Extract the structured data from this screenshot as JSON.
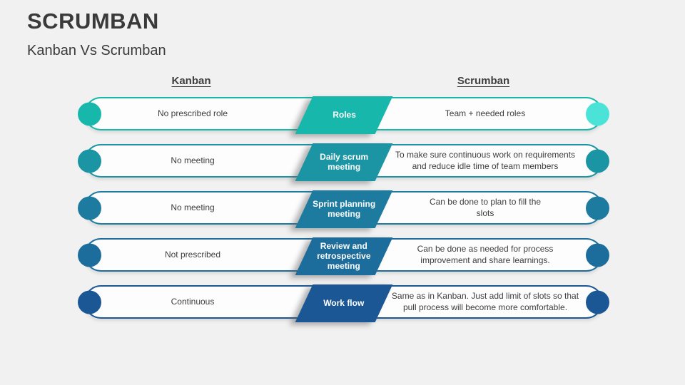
{
  "slide": {
    "title": "SCRUMBAN",
    "subtitle": "Kanban Vs Scrumban",
    "background_color": "#f1f1f1",
    "text_color": "#3a3a3a"
  },
  "columns": {
    "left": "Kanban",
    "right": "Scrumban"
  },
  "rows": [
    {
      "label": "Roles",
      "kanban": "No prescribed role",
      "scrumban": "Team + needed roles",
      "color": "#17b8ab",
      "end_color": "#4be3d7"
    },
    {
      "label": "Daily scrum\nmeeting",
      "kanban": "No meeting",
      "scrumban": "To make sure continuous work on requirements\nand reduce idle time of team members",
      "color": "#1b95a4",
      "end_color": "#1b95a4"
    },
    {
      "label": "Sprint planning\nmeeting",
      "kanban": "No meeting",
      "scrumban": "Can be done to plan to fill the\nslots",
      "color": "#1e7ba0",
      "end_color": "#1e7ba0"
    },
    {
      "label": "Review and\nretrospective\nmeeting",
      "kanban": "Not prescribed",
      "scrumban": "Can be done  as needed for process\nimprovement and share learnings.",
      "color": "#1c6c9c",
      "end_color": "#1c6c9c"
    },
    {
      "label": "Work flow",
      "kanban": "Continuous",
      "scrumban": "Same as in Kanban. Just add limit of slots so that\npull process will become more comfortable.",
      "color": "#1c5795",
      "end_color": "#1c5795"
    }
  ]
}
